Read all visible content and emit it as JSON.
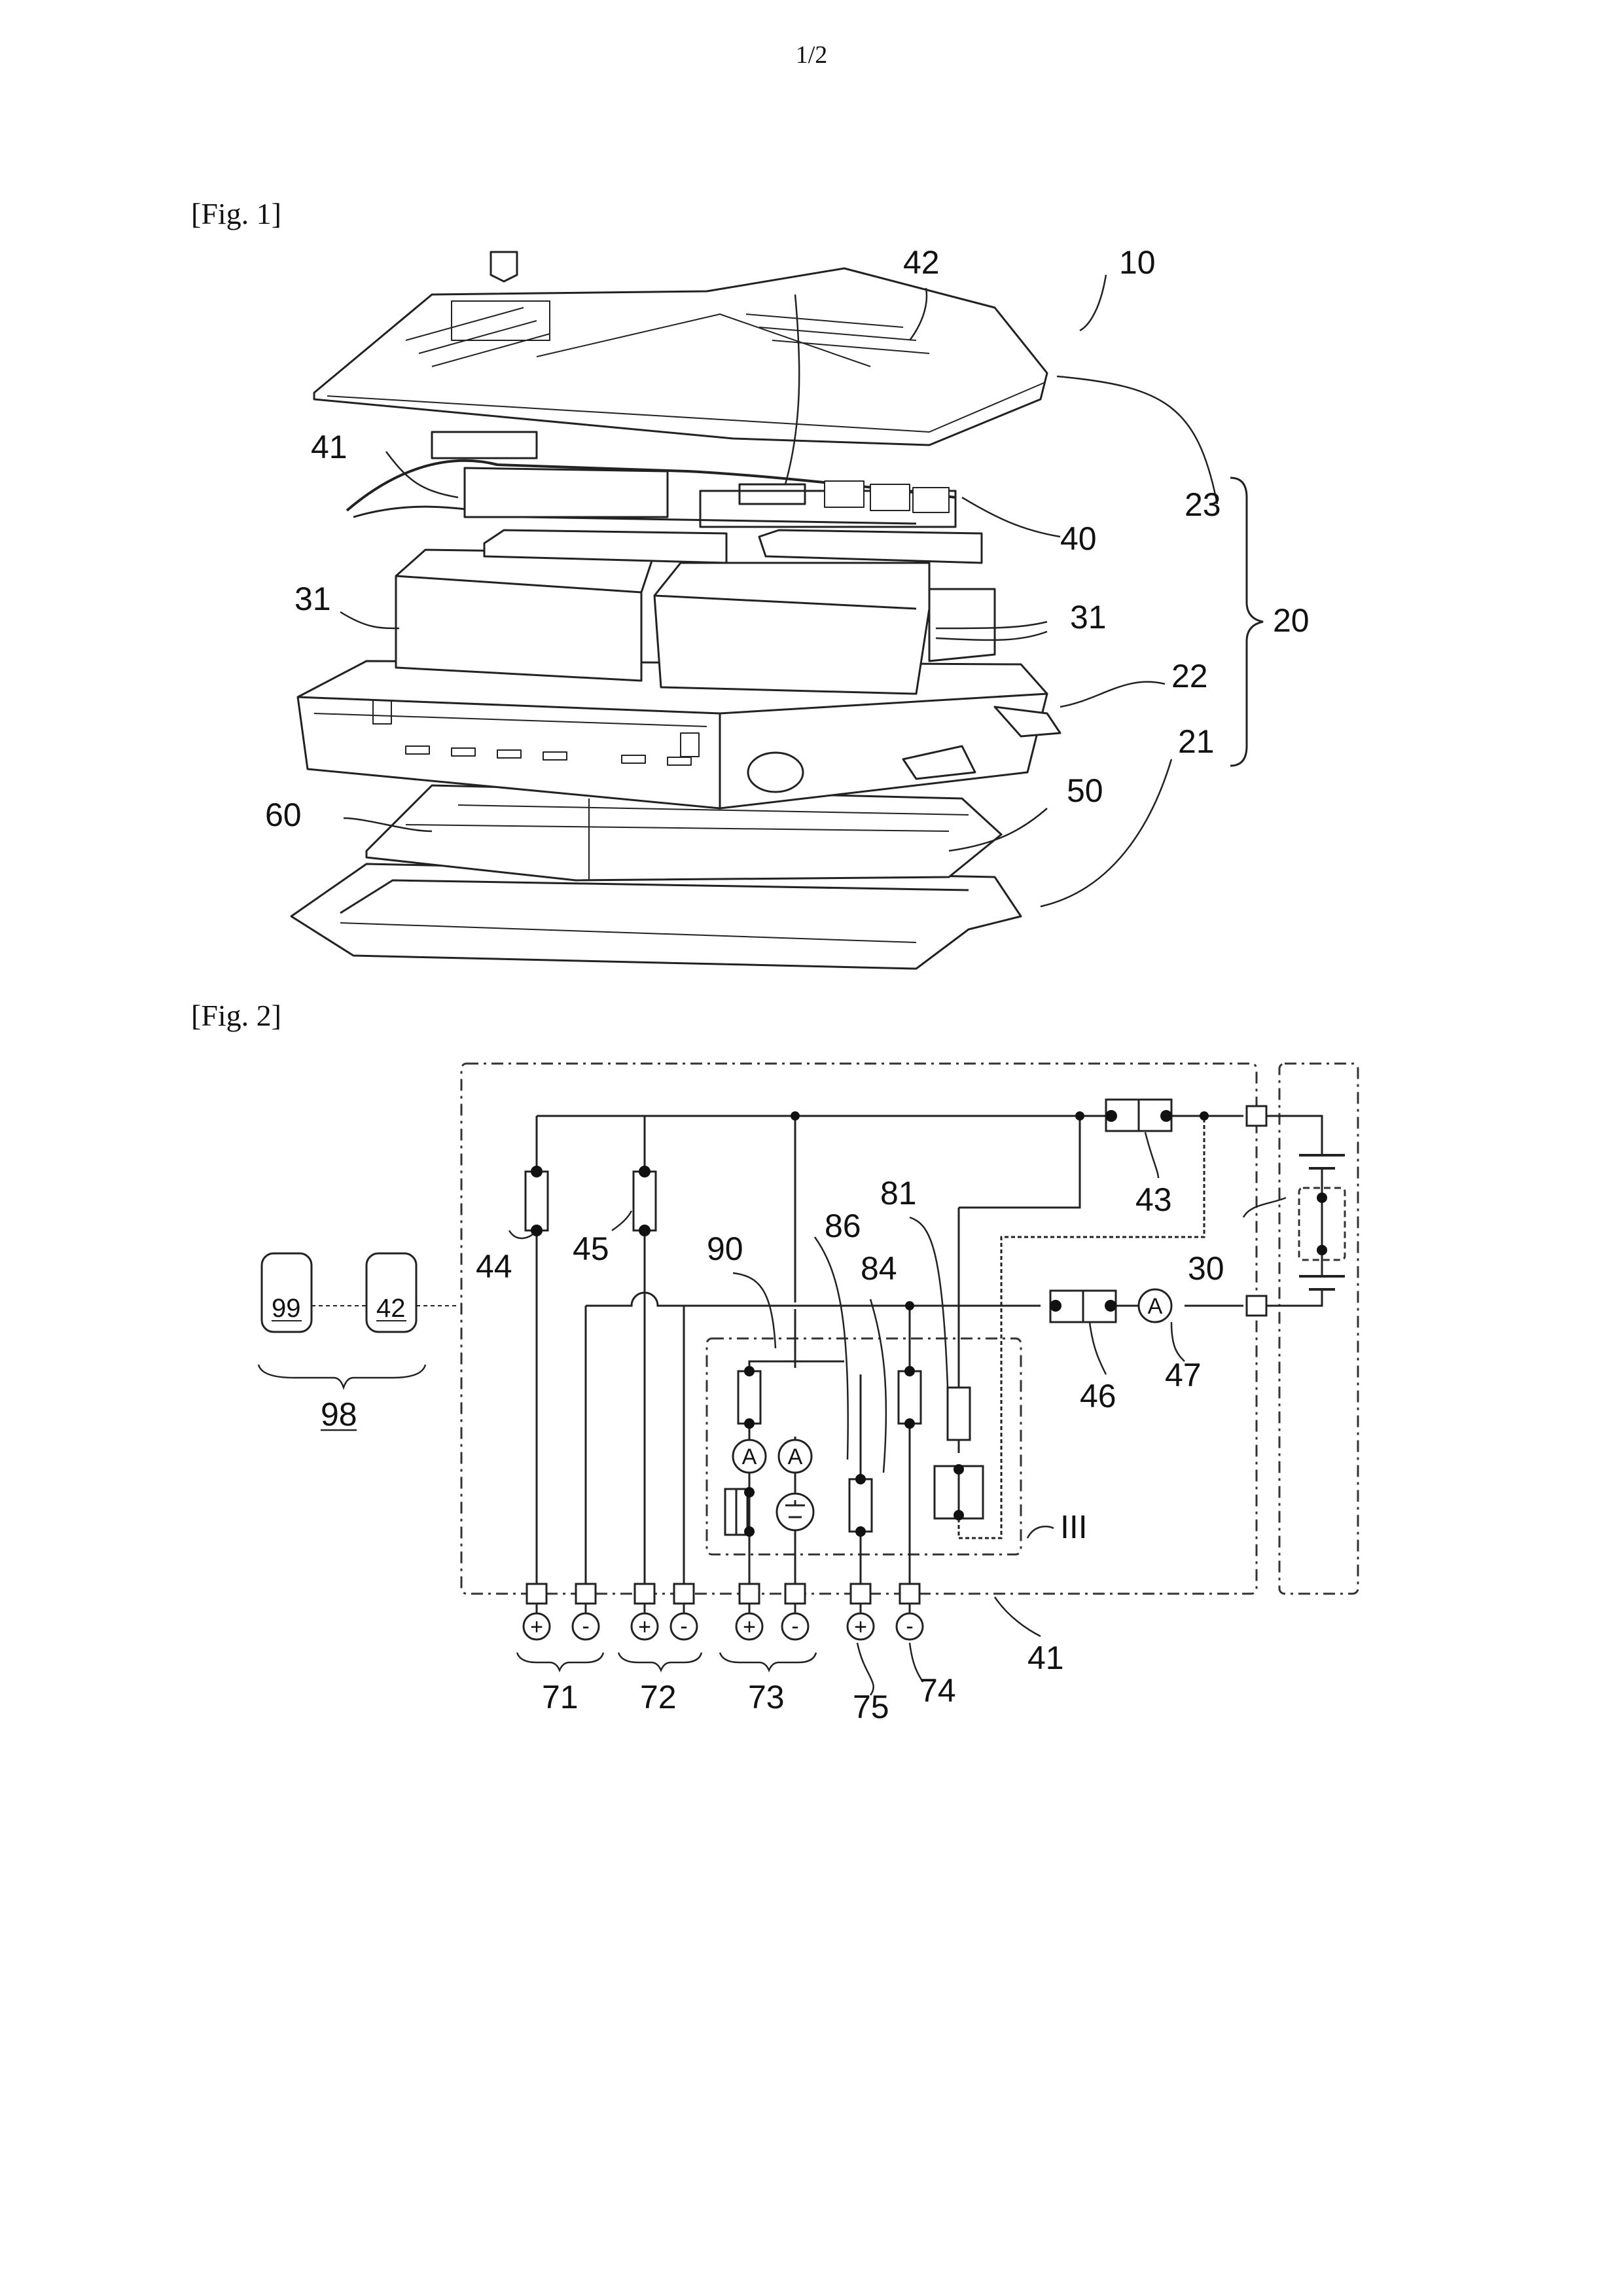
{
  "page": {
    "number": "1/2"
  },
  "fig1": {
    "label": "[Fig. 1]",
    "refs": {
      "r10": "10",
      "r42": "42",
      "r41": "41",
      "r23": "23",
      "r40": "40",
      "r31a": "31",
      "r31b": "31",
      "r20": "20",
      "r22": "22",
      "r21": "21",
      "r60": "60",
      "r50": "50"
    }
  },
  "fig2": {
    "label": "[Fig. 2]",
    "refs": {
      "r43": "43",
      "r81": "81",
      "r30": "30",
      "r86": "86",
      "r90": "90",
      "r84": "84",
      "r44": "44",
      "r45": "45",
      "r46": "46",
      "r47": "47",
      "r99": "99",
      "r42": "42",
      "r98": "98",
      "rIII": "III",
      "r41": "41",
      "r71": "71",
      "r72": "72",
      "r73": "73",
      "r75": "75",
      "r74": "74"
    },
    "symbols": {
      "ammeter": "A",
      "plus": "+",
      "minus": "-"
    }
  }
}
